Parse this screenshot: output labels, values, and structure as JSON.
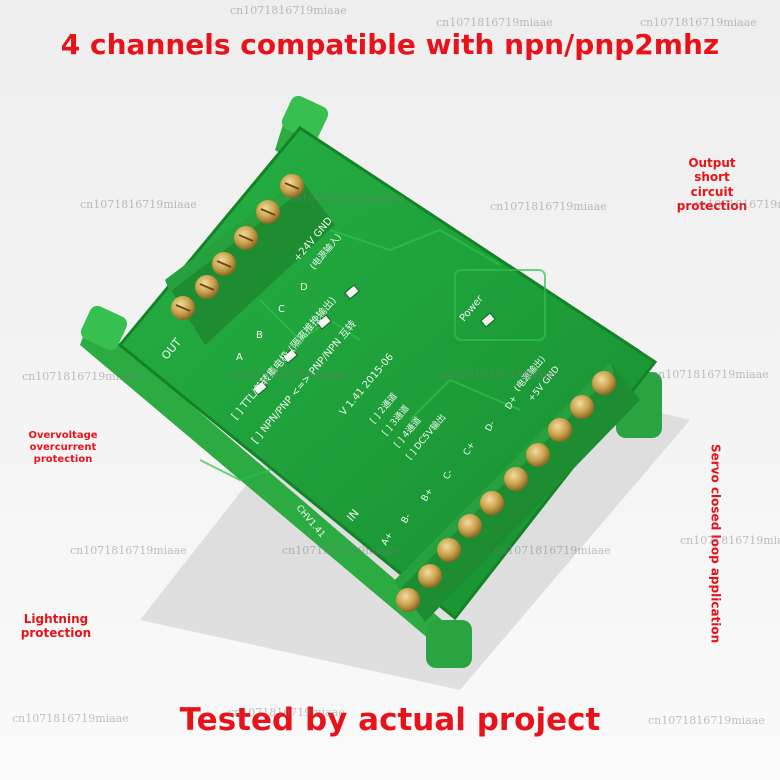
{
  "headline_top": "4 channels compatible with npn/pnp2mhz",
  "headline_bottom": "Tested by actual project",
  "callouts": {
    "output_protection": [
      "Output",
      "short",
      "circuit",
      "protection"
    ],
    "overvoltage_protection": [
      "Overvoltage",
      "overcurrent",
      "protection"
    ],
    "lightning_protection": [
      "Lightning",
      "protection"
    ],
    "servo_application": "Servo closed loop application"
  },
  "watermark": "cn1071816719miaae",
  "pcb_labels": {
    "out": "OUT",
    "in": "IN",
    "power_in": "+24V GND",
    "power_in_cn": "(电源输入)",
    "power": "Power",
    "out_pins": [
      "A",
      "B",
      "C",
      "D"
    ],
    "in_pins": [
      "A+",
      "B-",
      "B+",
      "C-",
      "C+",
      "D-",
      "D+"
    ],
    "version": "V 1.41  2015-06",
    "mode_ttl": "[ ] TTL/差转集电极 (隔离推挽输出)",
    "mode_npn": "[ ] NPN/PNP <=> PNP/NPN 互转",
    "channel_options": [
      "[ ] 2通道",
      "[ ] 3通道",
      "[ ] 4通道",
      "[ ] DC5V输出"
    ],
    "power_out_cn": "(电源输出)",
    "power_out": "+5V GND",
    "side_code": "CHV1.41"
  },
  "colors": {
    "headline": "#e8131a",
    "pcb": "#1fa33a",
    "housing": "#2fb545",
    "terminal": "#1e8c31",
    "screw": "#c9a04a"
  }
}
